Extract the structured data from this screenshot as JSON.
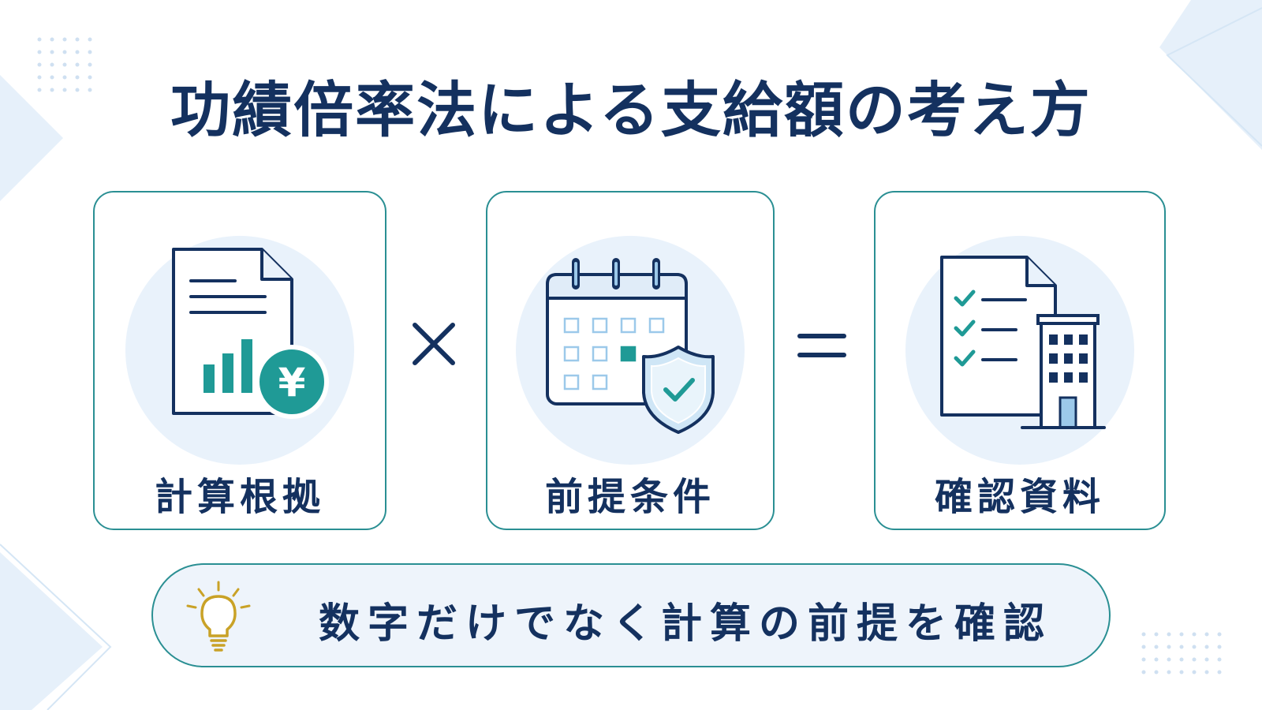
{
  "title": "功績倍率法による支給額の考え方",
  "cards": [
    {
      "label": "計算根拠",
      "icon": "document-chart-yen-icon"
    },
    {
      "label": "前提条件",
      "icon": "calendar-shield-icon"
    },
    {
      "label": "確認資料",
      "icon": "checklist-building-icon"
    }
  ],
  "operators": [
    "times-icon",
    "equals-icon"
  ],
  "banner": {
    "text": "数字だけでなく計算の前提を確認",
    "icon": "lightbulb-icon"
  },
  "colors": {
    "navy": "#14315f",
    "teal": "#2a8f93",
    "teal_fill": "#1f9a96",
    "light_blue": "#e9f2fb",
    "accent_blue": "#9cc9ea",
    "gold": "#c9a227"
  }
}
